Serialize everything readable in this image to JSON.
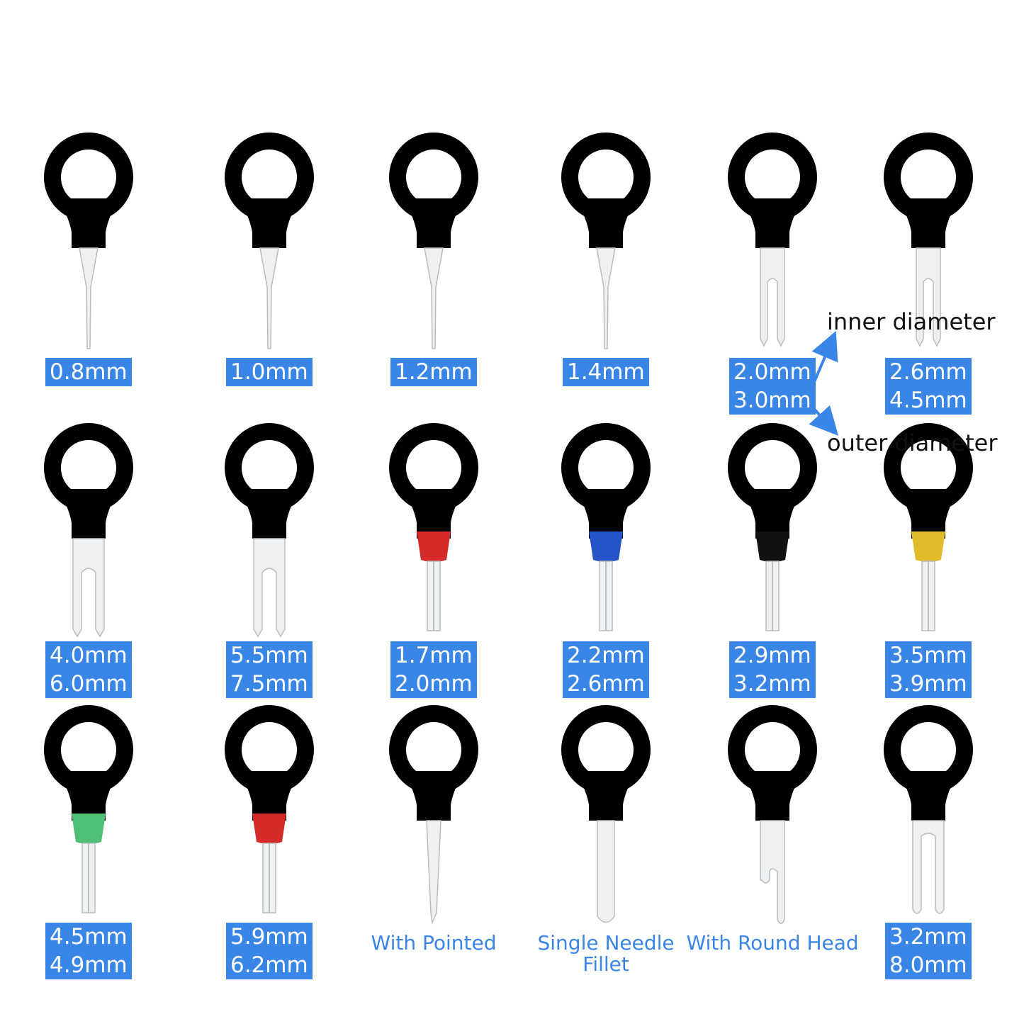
{
  "colors": {
    "label_bg": "#3a86e6",
    "caption_text": "#3a86e6",
    "handle": "#000000",
    "metal": "#eef0f1",
    "metal_edge": "#b9bdc0",
    "collar_red": "#d32a2a",
    "collar_blue": "#2554c8",
    "collar_black": "#111111",
    "collar_yellow": "#e0bb2a",
    "collar_green": "#4fbf75"
  },
  "annotations": {
    "inner": "inner diameter",
    "outer": "outer diameter"
  },
  "tools": [
    {
      "tip": "needle",
      "collar": null,
      "label": [
        "0.8mm"
      ]
    },
    {
      "tip": "needle",
      "collar": null,
      "label": [
        "1.0mm"
      ]
    },
    {
      "tip": "needle",
      "collar": null,
      "label": [
        "1.2mm"
      ]
    },
    {
      "tip": "needle",
      "collar": null,
      "label": [
        "1.4mm"
      ]
    },
    {
      "tip": "fork-narrow",
      "collar": null,
      "label": [
        "2.0mm",
        "3.0mm"
      ]
    },
    {
      "tip": "fork-narrow",
      "collar": null,
      "label": [
        "2.6mm",
        "4.5mm"
      ]
    },
    {
      "tip": "fork-wide",
      "collar": null,
      "label": [
        "4.0mm",
        "6.0mm"
      ]
    },
    {
      "tip": "fork-wide",
      "collar": null,
      "label": [
        "5.5mm",
        "7.5mm"
      ]
    },
    {
      "tip": "tube",
      "collar": "red",
      "label": [
        "1.7mm",
        "2.0mm"
      ]
    },
    {
      "tip": "tube",
      "collar": "blue",
      "label": [
        "2.2mm",
        "2.6mm"
      ]
    },
    {
      "tip": "tube",
      "collar": "black",
      "label": [
        "2.9mm",
        "3.2mm"
      ]
    },
    {
      "tip": "tube",
      "collar": "yellow",
      "label": [
        "3.5mm",
        "3.9mm"
      ]
    },
    {
      "tip": "tube",
      "collar": "green",
      "label": [
        "4.5mm",
        "4.9mm"
      ]
    },
    {
      "tip": "tube",
      "collar": "red",
      "label": [
        "5.9mm",
        "6.2mm"
      ]
    },
    {
      "tip": "pointed",
      "collar": null,
      "caption": [
        "With Pointed"
      ]
    },
    {
      "tip": "fillet",
      "collar": null,
      "caption": [
        "Single Needle",
        "Fillet"
      ]
    },
    {
      "tip": "hook",
      "collar": null,
      "caption": [
        "With Round Head"
      ]
    },
    {
      "tip": "fork-long",
      "collar": null,
      "label": [
        "3.2mm",
        "8.0mm"
      ]
    }
  ]
}
